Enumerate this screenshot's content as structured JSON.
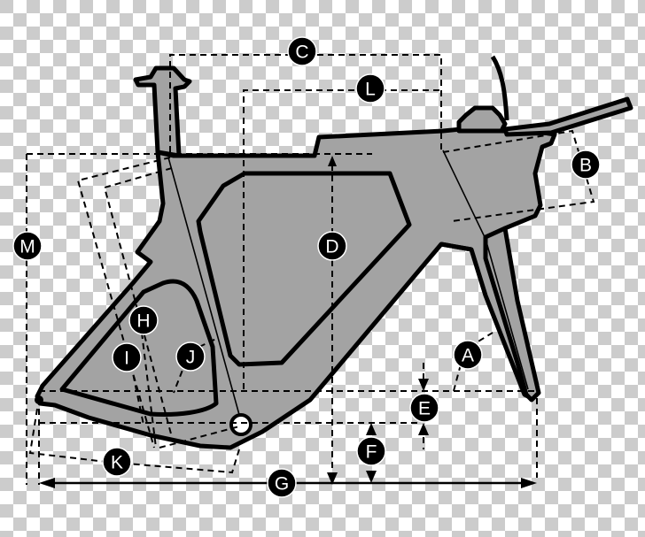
{
  "diagram": {
    "title": "Bicycle frame geometry diagram",
    "colors": {
      "frame_fill": "#a3a3a3",
      "outline": "#000000",
      "badge_fill": "#000000",
      "badge_text": "#ffffff",
      "checker_light": "#ffffff",
      "checker_dark": "#cccccc"
    },
    "labels": {
      "A": "A",
      "B": "B",
      "C": "C",
      "D": "D",
      "E": "E",
      "F": "F",
      "G": "G",
      "H": "H",
      "I": "I",
      "J": "J",
      "K": "K",
      "L": "L",
      "M": "M"
    }
  }
}
